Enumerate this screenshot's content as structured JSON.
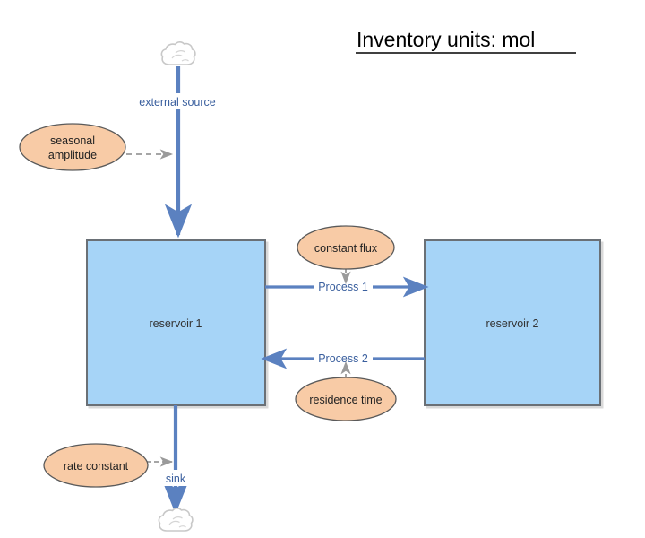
{
  "title": {
    "text": "Inventory units: mol"
  },
  "colors": {
    "reservoir_fill": "#a6d4f7",
    "reservoir_stroke": "#6b7076",
    "parameter_fill": "#f8cba6",
    "parameter_stroke": "#5a5a5a",
    "flux_arrow": "#5b81c0",
    "flux_label": "#3a5f9e",
    "dashed_connector": "#9a9a9a",
    "cloud_stroke": "#c8c8c8",
    "title_text": "#000000"
  },
  "reservoirs": [
    {
      "id": "reservoir-1",
      "label": "reservoir 1"
    },
    {
      "id": "reservoir-2",
      "label": "reservoir 2"
    }
  ],
  "clouds": [
    {
      "id": "source-cloud",
      "role": "source"
    },
    {
      "id": "sink-cloud",
      "role": "sink"
    }
  ],
  "fluxes": [
    {
      "id": "external-source",
      "label": "external source",
      "direction": "down"
    },
    {
      "id": "process-1",
      "label": "Process 1",
      "direction": "right"
    },
    {
      "id": "process-2",
      "label": "Process 2",
      "direction": "left"
    },
    {
      "id": "sink",
      "label": "sink",
      "direction": "down"
    }
  ],
  "parameters": [
    {
      "id": "seasonal-amplitude",
      "label": "seasonal amplitude",
      "line1": "seasonal",
      "line2": "amplitude",
      "target": "external-source"
    },
    {
      "id": "constant-flux",
      "label": "constant flux",
      "line1": "constant flux",
      "line2": "",
      "target": "process-1"
    },
    {
      "id": "residence-time",
      "label": "residence time",
      "line1": "residence time",
      "line2": "",
      "target": "process-2"
    },
    {
      "id": "rate-constant",
      "label": "rate constant",
      "line1": "rate constant",
      "line2": "",
      "target": "sink"
    }
  ]
}
